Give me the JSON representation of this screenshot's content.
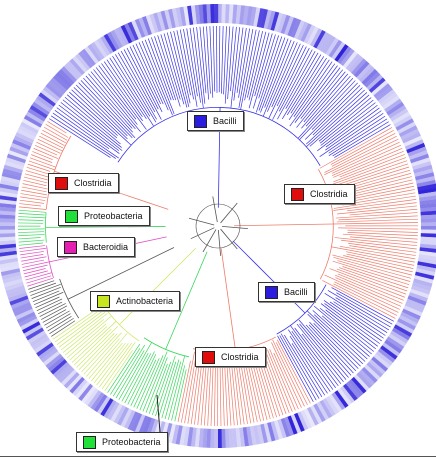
{
  "clades": {
    "bacilli_top": {
      "label": "Bacilli",
      "color": "#2b1de0"
    },
    "clostridia_right": {
      "label": "Clostridia",
      "color": "#e00d0d"
    },
    "clostridia_left": {
      "label": "Clostridia",
      "color": "#e00d0d"
    },
    "proteobacteria_left": {
      "label": "Proteobacteria",
      "color": "#22e03a"
    },
    "bacteroidia": {
      "label": "Bacteroidia",
      "color": "#e61fb3"
    },
    "actinobacteria": {
      "label": "Actinobacteria",
      "color": "#c8e61f"
    },
    "bacilli_bottom": {
      "label": "Bacilli",
      "color": "#2b1de0"
    },
    "clostridia_bottom": {
      "label": "Clostridia",
      "color": "#e00d0d"
    },
    "proteobacteria_bottom": {
      "label": "Proteobacteria",
      "color": "#22e03a"
    }
  },
  "branch_colors": {
    "bacilli": "#3a34e6",
    "clostridia": "#ef7b6a",
    "proteobacteria": "#39d85a",
    "bacteroidia": "#e24fc2",
    "actinobacteria": "#cde86a",
    "other": "#555555"
  },
  "heat_ring": {
    "low": "#e9e8fb",
    "high": "#2c1fd8"
  }
}
